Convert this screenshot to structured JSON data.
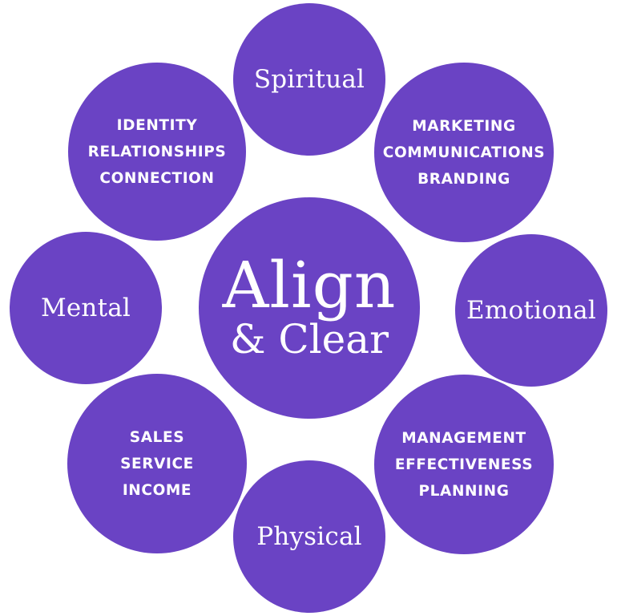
{
  "colors": {
    "circle_fill": "#6a43c4",
    "text": "#ffffff",
    "background": "#ffffff"
  },
  "center": {
    "title": "Align",
    "subtitle": "& Clear"
  },
  "nodes": {
    "spiritual": "Spiritual",
    "mental": "Mental",
    "emotional": "Emotional",
    "physical": "Physical",
    "identity": [
      "IDENTITY",
      "RELATIONSHIPS",
      "CONNECTION"
    ],
    "marketing": [
      "MARKETING",
      "COMMUNICATIONS",
      "BRANDING"
    ],
    "sales": [
      "SALES",
      "SERVICE",
      "INCOME"
    ],
    "management": [
      "MANAGEMENT",
      "EFFECTIVENESS",
      "PLANNING"
    ]
  }
}
